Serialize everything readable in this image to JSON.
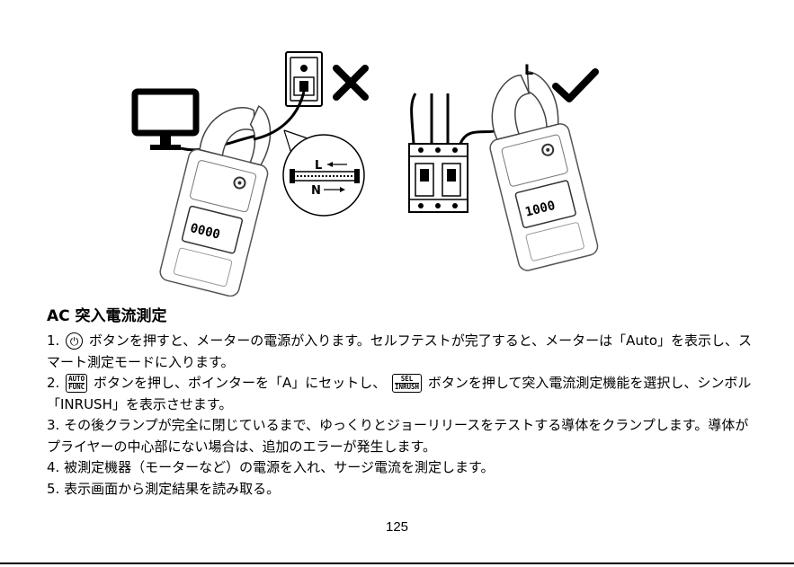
{
  "heading": "AC 突入電流測定",
  "steps": [
    {
      "num": "1.",
      "before": "ボタンを押すと、メーターの電源が入ります。セルフテストが完了すると、メーターは「Auto」を表示し、スマート測定モードに入ります。"
    },
    {
      "num": "2.",
      "before": "ボタンを押し、ポインターを「A」にセットし、",
      "after": "ボタンを押して突入電流測定機能を選択し、シンボル「INRUSH」を表示させます。"
    },
    {
      "num": "3.",
      "text": "その後クランプが完全に閉じているまで、ゆっくりとジョーリリースをテストする導体をクランプします。導体がプライヤーの中心部にない場合は、追加のエラーが発生します。"
    },
    {
      "num": "4.",
      "text": "被測定機器（モーターなど）の電源を入れ、サージ電流を測定します。"
    },
    {
      "num": "5.",
      "text": "表示画面から測定結果を読み取る。"
    }
  ],
  "buttons": {
    "auto_top": "AUTO",
    "auto_bottom": "FUNC",
    "sel_top": "SEL",
    "sel_bottom": "INRUSH"
  },
  "figure": {
    "label_l": "L",
    "label_n": "N",
    "label_l2": "L",
    "lcd_left": "0000",
    "lcd_right": "1000"
  },
  "page_number": "125"
}
